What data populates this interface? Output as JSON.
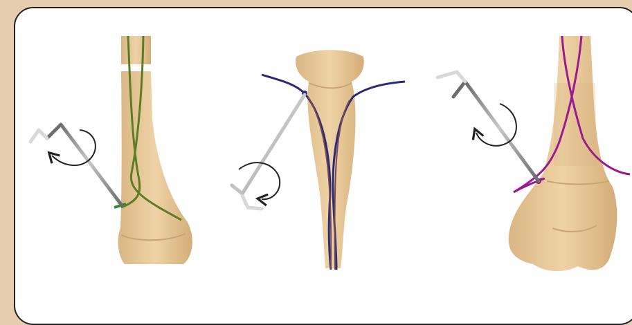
{
  "colors": {
    "background": "#e6cdb0",
    "panel": "#ffffff",
    "bone": "#e8c999",
    "bone_shade": "#c9a574",
    "wire_green": "#5b7d27",
    "wire_navy": "#2a2a78",
    "wire_purple": "#9b1a8f",
    "hex_key": "#8a8a8a"
  },
  "panels": [
    {
      "name": "left",
      "wire_color": "green",
      "icons": [
        "hex-key-icon",
        "rotate-arrow-icon"
      ]
    },
    {
      "name": "center",
      "wire_color": "navy",
      "icons": [
        "hex-key-icon",
        "rotate-arrow-icon"
      ]
    },
    {
      "name": "right",
      "wire_color": "purple",
      "icons": [
        "hex-key-icon",
        "rotate-arrow-icon"
      ]
    }
  ]
}
